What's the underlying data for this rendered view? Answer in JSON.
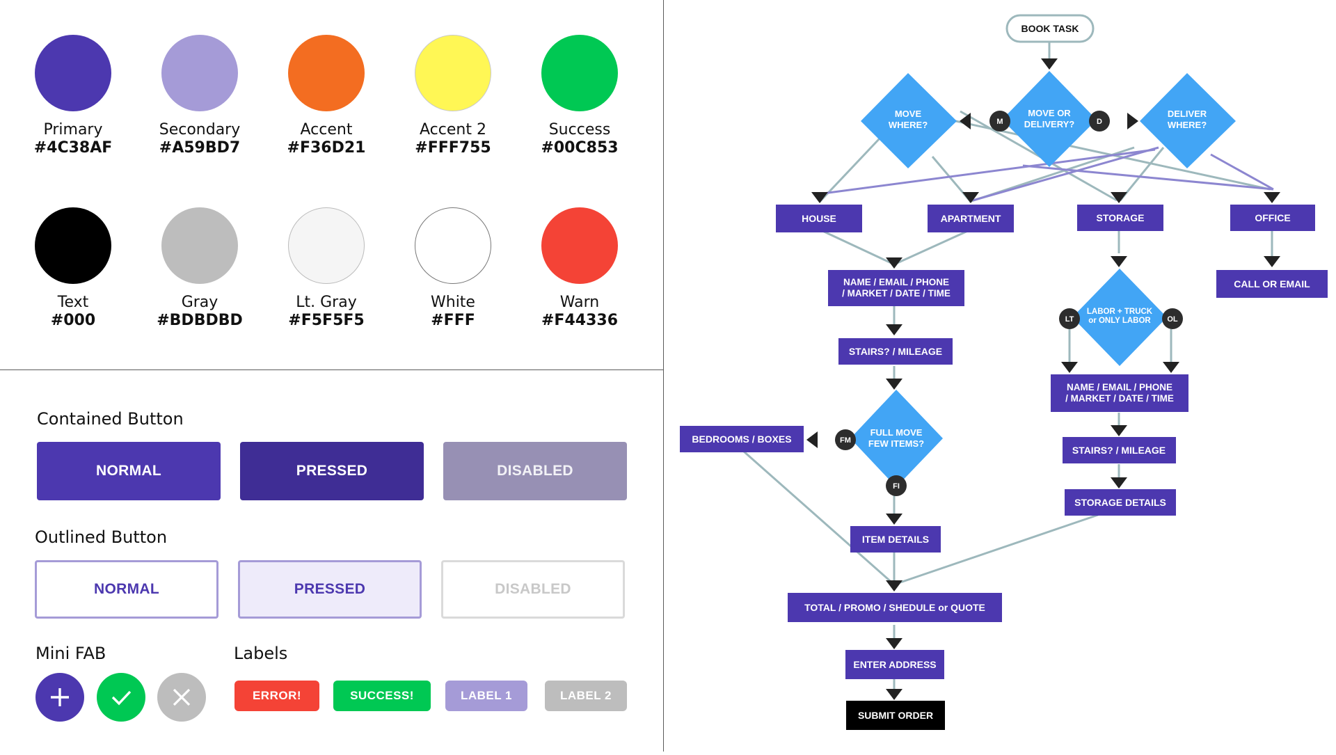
{
  "palette": {
    "swatches": [
      {
        "name": "Primary",
        "hex": "#4C38AF",
        "color": "#4C38AF"
      },
      {
        "name": "Secondary",
        "hex": "#A59BD7",
        "color": "#A59BD7"
      },
      {
        "name": "Accent",
        "hex": "#F36D21",
        "color": "#F36D21"
      },
      {
        "name": "Accent 2",
        "hex": "#FFF755",
        "color": "#FFF755"
      },
      {
        "name": "Success",
        "hex": "#00C853",
        "color": "#00C853"
      },
      {
        "name": "Text",
        "hex": "#000",
        "color": "#000000"
      },
      {
        "name": "Gray",
        "hex": "#BDBDBD",
        "color": "#BDBDBD"
      },
      {
        "name": "Lt. Gray",
        "hex": "#F5F5F5",
        "color": "#F5F5F5"
      },
      {
        "name": "White",
        "hex": "#FFF",
        "color": "#FFFFFF"
      },
      {
        "name": "Warn",
        "hex": "#F44336",
        "color": "#F44336"
      }
    ]
  },
  "components": {
    "contained_title": "Contained Button",
    "contained": {
      "normal": "NORMAL",
      "pressed": "PRESSED",
      "disabled": "DISABLED"
    },
    "outlined_title": "Outlined Button",
    "outlined": {
      "normal": "NORMAL",
      "pressed": "PRESSED",
      "disabled": "DISABLED"
    },
    "fab_title": "Mini FAB",
    "fab_icons": [
      "plus-icon",
      "check-icon",
      "close-icon"
    ],
    "labels_title": "Labels",
    "labels": [
      "ERROR!",
      "SUCCESS!",
      "LABEL 1",
      "LABEL 2"
    ]
  },
  "flowchart": {
    "start": "BOOK TASK",
    "decision_main": [
      "MOVE OR",
      "DELIVERY?"
    ],
    "decision_move": [
      "MOVE",
      "WHERE?"
    ],
    "decision_deliver": [
      "DELIVER",
      "WHERE?"
    ],
    "badge_m": "M",
    "badge_d": "D",
    "house": "HOUSE",
    "apartment": "APARTMENT",
    "storage": "STORAGE",
    "office": "OFFICE",
    "call_or_email": "CALL OR EMAIL",
    "contact_left": [
      "NAME / EMAIL / PHONE",
      "/ MARKET / DATE / TIME"
    ],
    "stairs_left": "STAIRS? / MILEAGE",
    "decision_full": [
      "FULL MOVE",
      "FEW ITEMS?"
    ],
    "badge_fm": "FM",
    "badge_fi": "FI",
    "bedrooms": "BEDROOMS / BOXES",
    "item_details": "ITEM DETAILS",
    "decision_labor": [
      "LABOR + TRUCK",
      "or ONLY LABOR"
    ],
    "badge_lt": "LT",
    "badge_ol": "OL",
    "contact_right": [
      "NAME / EMAIL / PHONE",
      "/ MARKET / DATE / TIME"
    ],
    "stairs_right": "STAIRS? / MILEAGE",
    "storage_details": "STORAGE DETAILS",
    "total": "TOTAL / PROMO / SHEDULE or QUOTE",
    "enter_address": "ENTER ADDRESS",
    "submit": "SUBMIT ORDER"
  },
  "colors": {
    "primary": "#4C38AF",
    "pressed": "#3F2D95",
    "disabled": "#9790B4",
    "diamond": "#42A5F5",
    "connector": "#9DB8BC",
    "connector_alt": "#8C86D0"
  }
}
